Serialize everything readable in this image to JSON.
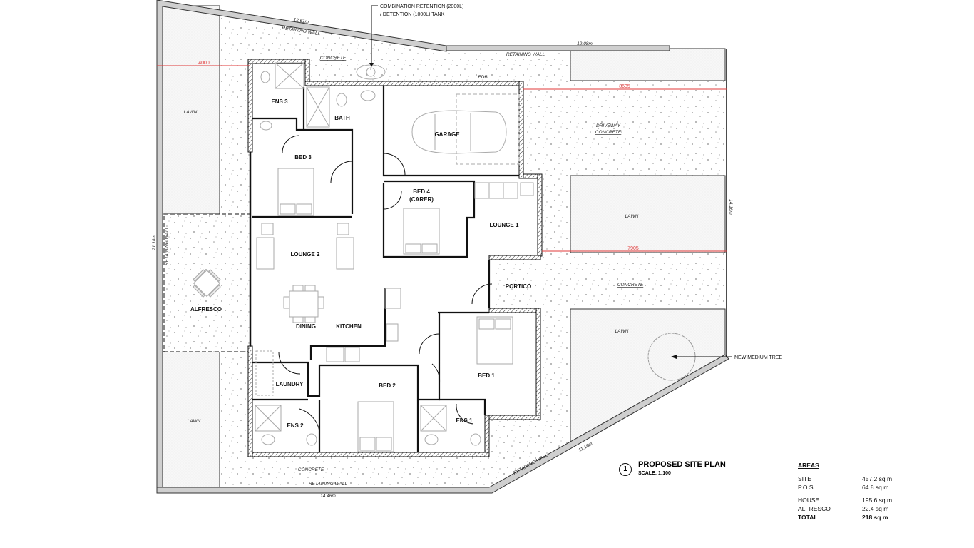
{
  "plan": {
    "title": "PROPOSED SITE PLAN",
    "number": "1",
    "scale": "SCALE: 1:100"
  },
  "annotations": {
    "tank": "COMBINATION RETENTION (2000L)",
    "tank_line2": "/ DETENTION (1000L) TANK",
    "tree": "NEW MEDIUM TREE",
    "edb": "EDB"
  },
  "rooms": {
    "ens3": "ENS 3",
    "bath": "BATH",
    "garage": "GARAGE",
    "bed3": "BED 3",
    "bed4": "BED 4",
    "bed4_sub": "(CARER)",
    "lounge1": "LOUNGE 1",
    "lounge2": "LOUNGE 2",
    "portico": "PORTICO",
    "dining": "DINING",
    "kitchen": "KITCHEN",
    "laundry": "LAUNDRY",
    "bed2": "BED 2",
    "bed1": "BED 1",
    "ens2": "ENS 2",
    "ens1": "ENS 1",
    "alfresco": "ALFRESCO"
  },
  "surfaces": {
    "lawn": "LAWN",
    "concrete": "CONCRETE",
    "driveway": "DRIVEWAY",
    "driveway_concrete": "CONCRETE",
    "retaining_wall": "RETAINING WALL"
  },
  "dimensions": {
    "top_left_boundary": "12.61m",
    "top_right_boundary": "12.08m",
    "right_boundary": "14.16m",
    "left_boundary": "21.18m",
    "bottom_boundary": "14.46m",
    "diagonal_boundary": "11.16m",
    "setback_left": "4000",
    "setback_garage": "8635",
    "setback_lounge": "7905"
  },
  "areas": {
    "header": "AREAS",
    "rows": [
      {
        "label": "SITE",
        "value": "457.2 sq m"
      },
      {
        "label": "P.O.S.",
        "value": "64.8 sq m"
      },
      {
        "label": "HOUSE",
        "value": "195.6 sq m"
      },
      {
        "label": "ALFRESCO",
        "value": "22.4 sq m"
      }
    ],
    "total": {
      "label": "TOTAL",
      "value": "218 sq m"
    }
  }
}
